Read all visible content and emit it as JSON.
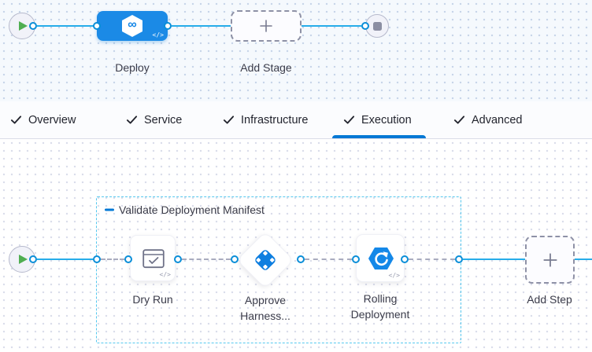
{
  "stage_flow": {
    "deploy_stage": {
      "label": "Deploy",
      "icon_glyph": "∞",
      "code_badge": "</>"
    },
    "add_stage": {
      "label": "Add Stage"
    }
  },
  "tabs": {
    "items": [
      {
        "label": "Overview",
        "active": false
      },
      {
        "label": "Service",
        "active": false
      },
      {
        "label": "Infrastructure",
        "active": false
      },
      {
        "label": "Execution",
        "active": true
      },
      {
        "label": "Advanced",
        "active": false
      }
    ]
  },
  "execution_flow": {
    "step_group": {
      "label": "Validate Deployment Manifest"
    },
    "steps": [
      {
        "name": "Dry Run",
        "line1": "Dry Run",
        "line2": "",
        "code_badge": "</>"
      },
      {
        "name": "Approve Harness...",
        "line1": "Approve",
        "line2": "Harness..."
      },
      {
        "name": "Rolling Deployment",
        "line1": "Rolling",
        "line2": "Deployment",
        "code_badge": "</>"
      }
    ],
    "add_step": {
      "label": "Add Step"
    }
  },
  "colors": {
    "accent_blue": "#0278d5",
    "stage_blue": "#1b8ae6",
    "connector_cyan": "#27ade9",
    "group_border_cyan": "#55c8ef",
    "success_green": "#4fae51",
    "text_dark": "#383946"
  }
}
